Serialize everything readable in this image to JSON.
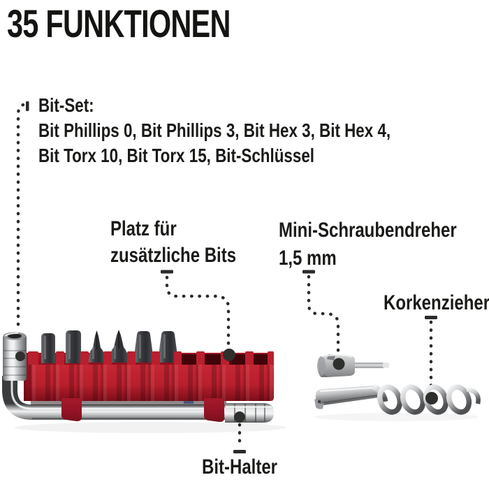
{
  "title": "35 FUNKTIONEN",
  "annotations": {
    "bit_set": {
      "heading": "Bit-Set:",
      "line1": "Bit Phillips 0, Bit Phillips 3, Bit Hex 3, Bit Hex 4,",
      "line2": "Bit Torx 10, Bit Torx 15, Bit-Schlüssel"
    },
    "extra_bits": {
      "line1": "Platz für",
      "line2": "zusätzliche Bits"
    },
    "mini_screwdriver": {
      "line1": "Mini-Schraubendreher",
      "line2": "1,5 mm"
    },
    "corkscrew": {
      "label": "Korkenzieher"
    },
    "bit_holder": {
      "label": "Bit-Halter"
    }
  },
  "colors": {
    "text": "#1a1a18",
    "leader": "#2b2b29",
    "rail_red": "#c22330",
    "rail_red_dark": "#961523",
    "slot_maroon": "#410409",
    "metal_light": "#f2f3f4",
    "metal_dark": "#4e5052",
    "background": "#ffffff"
  }
}
